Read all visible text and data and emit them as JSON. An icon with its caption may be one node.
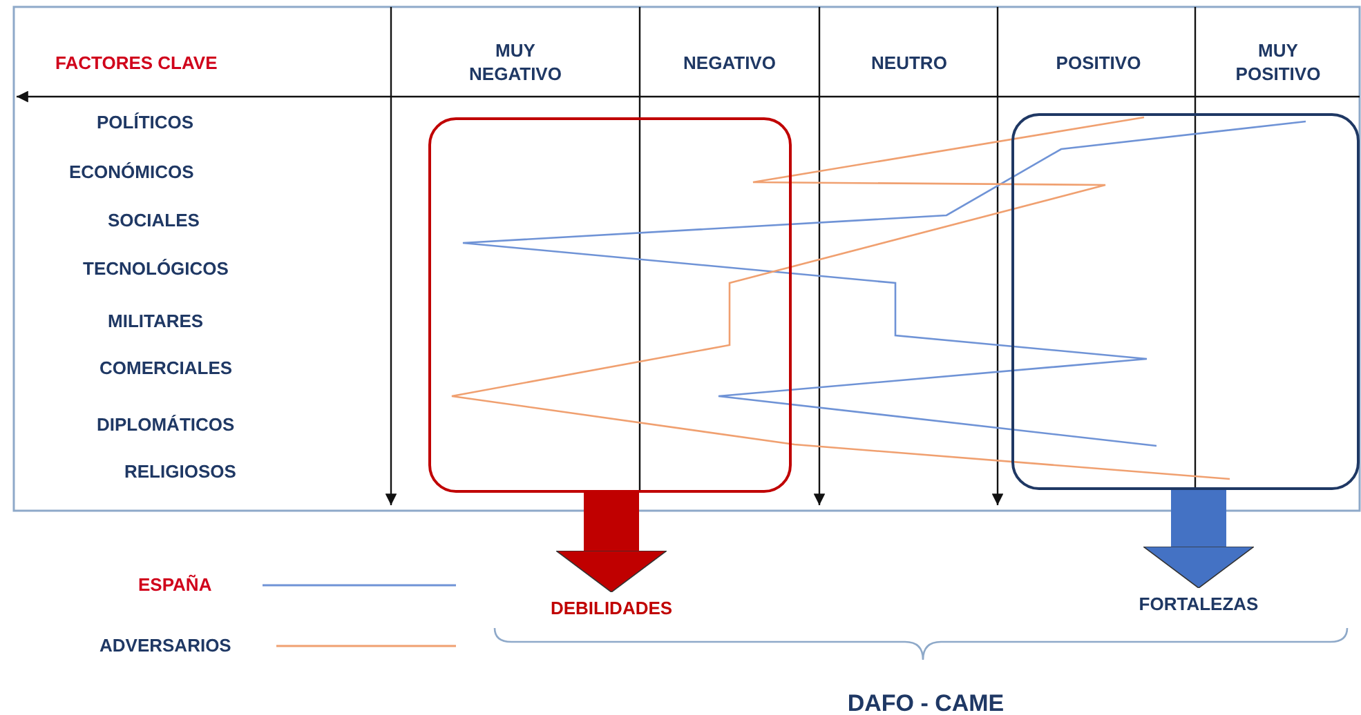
{
  "diagram": {
    "nodes": [
      {
        "text": [],
        "shape": "box"
      },
      {
        "text": [],
        "shape": "box"
      },
      {
        "text": [
          "DEBILIDADES"
        ]
      },
      {
        "text": [
          "FORTALEZAS"
        ]
      }
    ],
    "edges": [
      {
        "from": 0,
        "to": 2,
        "arrow": "to",
        "color": "#c00000"
      },
      {
        "from": 1,
        "to": 3,
        "arrow": "to",
        "color": "#4472c4"
      }
    ],
    "labels": [
      "FACTORES CLAVE",
      "MUY NEGATIVO",
      "NEGATIVO",
      "NEUTRO",
      "POSITIVO",
      "MUY POSITIVO",
      "POLÍTICOS",
      "ECONÓMICOS",
      "SOCIALES",
      "TECNOLÓGICOS",
      "MILITARES",
      "COMERCIALES",
      "DIPLOMÁTICOS",
      "RELIGIOSOS",
      "DAFO - CAME"
    ],
    "legend": [
      {
        "text": "ESPAÑA"
      },
      {
        "text": "ADVERSARIOS"
      }
    ]
  }
}
